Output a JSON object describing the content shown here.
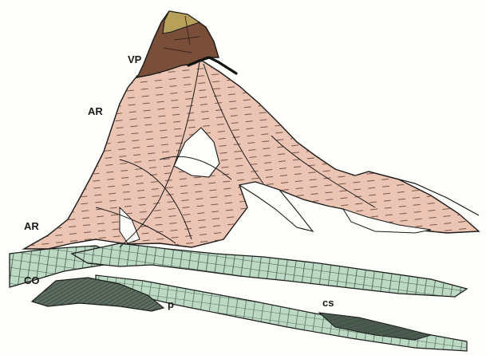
{
  "labels": {
    "vp": "VP",
    "ar_upper": "AR",
    "ar_lower": "AR",
    "co": "CO",
    "p": "p",
    "cs": "cs"
  },
  "colors": {
    "background": "#fdfdfa",
    "summit_brown": "#7a4f3a",
    "summit_cap": "#b7a15a",
    "nappe_pink": "#ebc4b3",
    "carbonate_green": "#bcd9c4",
    "schist_dark": "#4a5a4e",
    "line": "#1a1a1a"
  }
}
